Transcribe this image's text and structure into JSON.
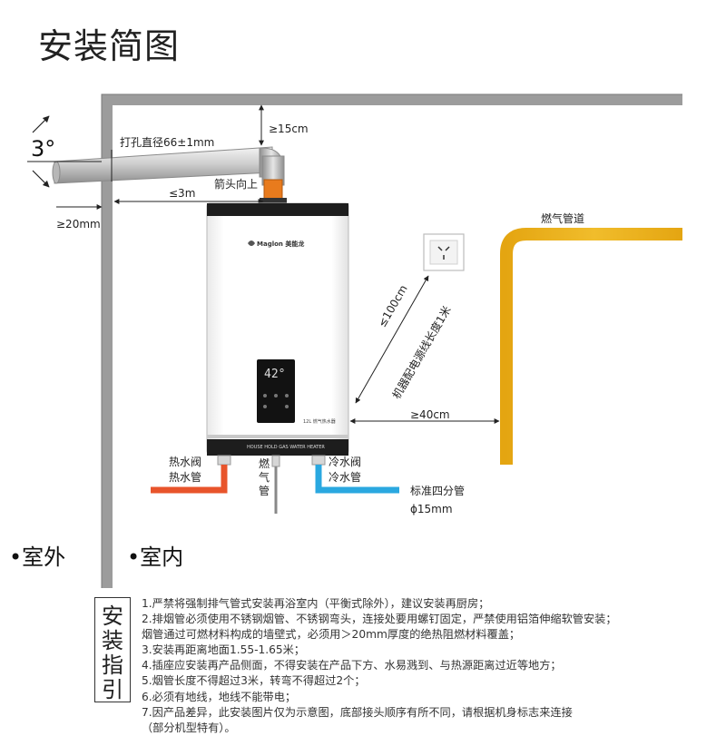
{
  "title": "安装简图",
  "labels": {
    "angle": "3°",
    "hole_diameter": "打孔直径66±1mm",
    "clearance_top": "≥15cm",
    "pipe_length": "≤3m",
    "arrow_up": "箭头向上",
    "wall_gap": "≥20mm",
    "gas_pipe": "燃气管道",
    "cable_distance": "≤100cm",
    "cable_length": "机器配电源线长度1米",
    "gas_distance": "≥40cm",
    "hot_valve": "热水阀",
    "hot_pipe": "热水管",
    "gas_pipe_vertical": "燃气管",
    "cold_valve": "冷水阀",
    "cold_pipe": "冷水管",
    "standard_pipe": "标准四分管",
    "pipe_diameter": "ϕ15mm",
    "outdoor": "•室外",
    "indoor": "•室内"
  },
  "heater": {
    "brand": "Maglon 美能龙",
    "display": "42°",
    "capacity": "12L 燃气热水器",
    "bottom_text": "HOUSE HOLD GAS WATER HEATER"
  },
  "instructions": {
    "heading": [
      "安",
      "装",
      "指",
      "引"
    ],
    "lines": [
      "1.严禁将强制排气管式安装再浴室内（平衡式除外），建议安装再厨房；",
      "2.排烟管必须使用不锈钢烟管、不锈钢弯头，连接处要用螺钉固定，严禁使用铝箔伸缩软管安装；",
      "   烟管通过可燃材料构成的墙壁式，必须用＞20mm厚度的绝热阻燃材料覆盖；",
      "3.安装再距离地面1.55-1.65米；",
      "4.插座应安装再产品侧面，不得安装在产品下方、水易溅到、与热源距离过近等地方；",
      "5.烟管长度不得超过3米，转弯不得超过2个；",
      "6.必须有地线，地线不能带电；",
      "7.因产品差异，此安装图片仅为示意图，底部接头顺序有所不同，请根据机身标志来连接",
      "  （部分机型特有）。"
    ]
  },
  "colors": {
    "hot_pipe": "#e8542b",
    "cold_pipe": "#2aa8e0",
    "gas_pipe": "#f2b81c",
    "wall": "#9c9c9c",
    "flue": "#c8c8c8"
  }
}
